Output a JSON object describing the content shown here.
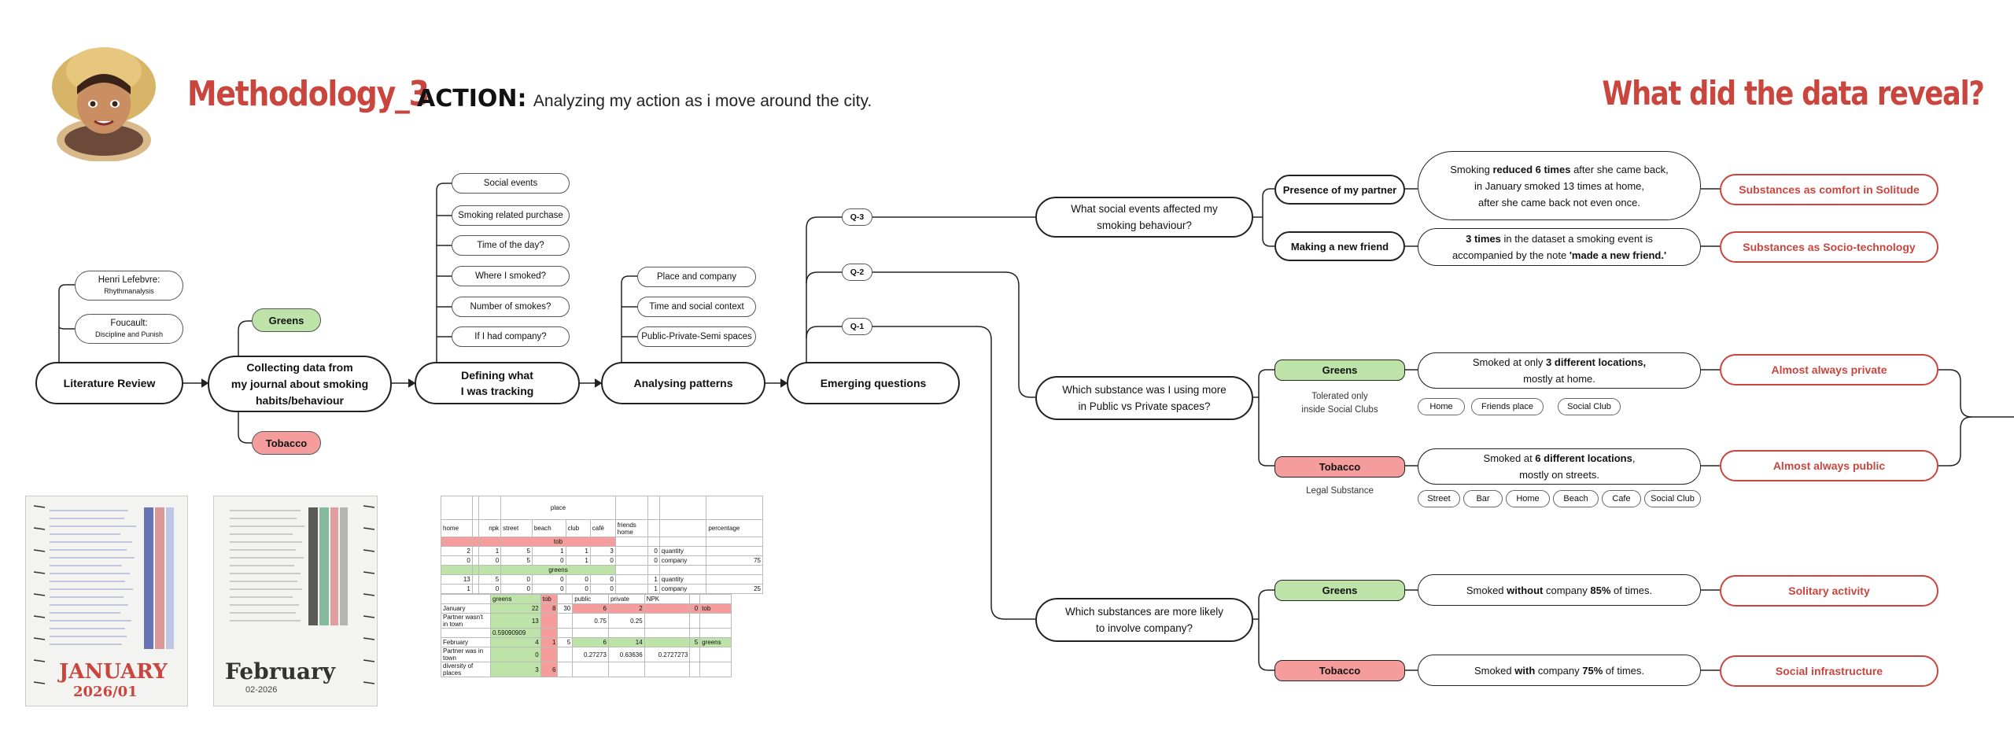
{
  "header": {
    "title": "Methodology_3",
    "action_label": "ACTION:",
    "action_text": "Analyzing my action as i move around the city.",
    "right_title": "What did the data reveal?"
  },
  "colors": {
    "accent": "#c9463f",
    "green": "#bde3a9",
    "red": "#f59d9d"
  },
  "flow": {
    "lit_review": "Literature Review",
    "lefebvre_name": "Henri Lefebvre:",
    "lefebvre_work": "Rhythmanalysis",
    "foucault_name": "Foucault:",
    "foucault_work": "Discipline and Punish",
    "collect_l1": "Collecting data from",
    "collect_l2": "my journal about smoking",
    "collect_l3": "habits/behaviour",
    "greens": "Greens",
    "tobacco": "Tobacco",
    "define_l1": "Defining what",
    "define_l2": "I was tracking",
    "tracking": [
      "Social events",
      "Smoking related purchase",
      "Time of the day?",
      "Where I smoked?",
      "Number of smokes?",
      "If I had company?"
    ],
    "analysing": "Analysing patterns",
    "patterns": [
      "Place and company",
      "Time and social context",
      "Public-Private-Semi spaces"
    ],
    "emerging": "Emerging questions",
    "q3_tag": "Q-3",
    "q2_tag": "Q-2",
    "q1_tag": "Q-1"
  },
  "questions": {
    "q3_l1": "What social events affected my",
    "q3_l2": "smoking behaviour?",
    "q2_l1": "Which substance was I using more",
    "q2_l2": "in Public vs Private spaces?",
    "q1_l1": "Which substances are more likely",
    "q1_l2": "to involve company?"
  },
  "q3": {
    "partner": "Presence of my partner",
    "partner_f1a": "Smoking ",
    "partner_f1b": "reduced 6 times",
    "partner_f1c": " after she came back,",
    "partner_f2": "in January smoked 13 times at home,",
    "partner_f3": "after she came back not even once.",
    "partner_res": "Substances as comfort in Solitude",
    "friend": "Making a new friend",
    "friend_f1a": "3 times",
    "friend_f1b": " in the dataset a smoking event is",
    "friend_f2a": "accompanied by the note ",
    "friend_f2b": "'made a new friend.'",
    "friend_res": "Substances as Socio-technology"
  },
  "q2": {
    "greens": "Greens",
    "greens_note1": "Tolerated only",
    "greens_note2": "inside Social Clubs",
    "greens_f1a": "Smoked at only ",
    "greens_f1b": "3 different locations,",
    "greens_f2": "mostly at home.",
    "greens_chips": [
      "Home",
      "Friends place",
      "Social Club"
    ],
    "greens_res": "Almost always private",
    "tobacco": "Tobacco",
    "tobacco_note": "Legal Substance",
    "tobacco_f1a": "Smoked at ",
    "tobacco_f1b": "6 different locations",
    "tobacco_f1c": ",",
    "tobacco_f2": "mostly on streets.",
    "tobacco_chips": [
      "Street",
      "Bar",
      "Home",
      "Beach",
      "Cafe",
      "Social Club"
    ],
    "tobacco_res": "Almost always public"
  },
  "q1": {
    "greens": "Greens",
    "greens_fa": "Smoked ",
    "greens_fb": "without",
    "greens_fc": " company ",
    "greens_fd": "85%",
    "greens_fe": " of times.",
    "greens_res": "Solitary activity",
    "tobacco": "Tobacco",
    "tobacco_fa": "Smoked ",
    "tobacco_fb": "with",
    "tobacco_fc": " company ",
    "tobacco_fd": "75%",
    "tobacco_fe": " of times.",
    "tobacco_res": "Social infrastructure"
  },
  "journals": {
    "jan_title": "JANUARY",
    "jan_date": "2026/01",
    "feb_title": "February",
    "feb_date": "02-2026"
  },
  "sheet": {
    "rows": [
      [
        "",
        "",
        "",
        "place",
        "",
        "",
        "",
        "",
        "",
        "",
        ""
      ],
      [
        "home",
        "",
        "npk",
        "street",
        "beach",
        "club",
        "café",
        "friends home",
        "",
        "",
        "percentage"
      ],
      [
        "",
        "",
        "",
        "tob",
        "",
        "",
        "",
        "",
        "",
        "",
        ""
      ],
      [
        "2",
        "",
        "1",
        "5",
        "1",
        "1",
        "3",
        "",
        "0",
        "quantity",
        ""
      ],
      [
        "0",
        "",
        "0",
        "5",
        "0",
        "1",
        "0",
        "",
        "0",
        "company",
        "75"
      ],
      [
        "",
        "",
        "",
        "greens",
        "",
        "",
        "",
        "",
        "",
        "",
        ""
      ],
      [
        "13",
        "",
        "5",
        "0",
        "0",
        "0",
        "0",
        "",
        "1",
        "quantity",
        ""
      ],
      [
        "1",
        "",
        "0",
        "0",
        "0",
        "0",
        "0",
        "",
        "1",
        "company",
        "25"
      ]
    ],
    "lower": [
      [
        "",
        "greens",
        "tob",
        "",
        "public",
        "private",
        "NPK",
        "",
        ""
      ],
      [
        "January",
        "22",
        "8",
        "30",
        "6",
        "2",
        "",
        "0",
        "tob"
      ],
      [
        "Partner wasn't in town",
        "13",
        "",
        "",
        "0.75",
        "0.25",
        "",
        "",
        ""
      ],
      [
        "",
        "0.59090909",
        "",
        "",
        "",
        "",
        "",
        "",
        ""
      ],
      [
        "February",
        "4",
        "1",
        "5",
        "6",
        "14",
        "",
        "5",
        "greens"
      ],
      [
        "Partner was in town",
        "0",
        "",
        "",
        "0.27273",
        "0.63636",
        "0.2727273",
        "",
        ""
      ],
      [
        "diversity of places",
        "3",
        "6",
        "",
        "",
        "",
        "",
        "",
        ""
      ]
    ]
  }
}
